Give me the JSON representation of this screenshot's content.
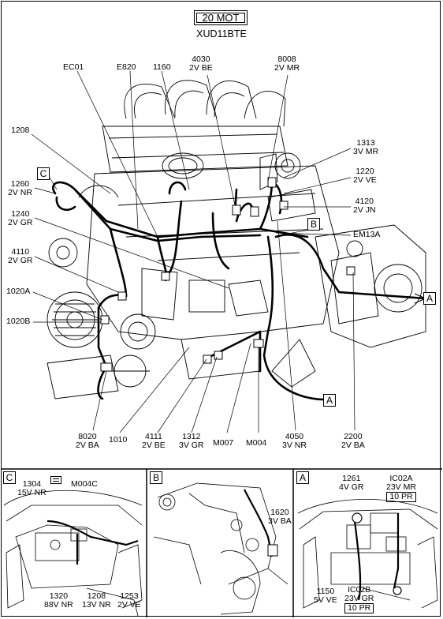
{
  "header": {
    "title": "20 MOT",
    "subtitle": "XUD11BTE"
  },
  "main_labels": {
    "ec01": "EC01",
    "e820": "E820",
    "c1160": "1160",
    "c4030": [
      "4030",
      "2V BE"
    ],
    "c8008": [
      "8008",
      "2V MR"
    ],
    "c1208": "1208",
    "c1313": [
      "1313",
      "3V MR"
    ],
    "c1220": [
      "1220",
      "2V VE"
    ],
    "c4120": [
      "4120",
      "2V JN"
    ],
    "c1260": [
      "1260",
      "2V NR"
    ],
    "c1240": [
      "1240",
      "2V GR"
    ],
    "em13a": "EM13A",
    "c4110": [
      "4110",
      "2V GR"
    ],
    "c1020a": "1020A",
    "c1020b": "1020B",
    "c8020": [
      "8020",
      "2V BA"
    ],
    "c1010": "1010",
    "c4111": [
      "4111",
      "2V BE"
    ],
    "c1312": [
      "1312",
      "3V GR"
    ],
    "m007": "M007",
    "m004": "M004",
    "c4050": [
      "4050",
      "3V NR"
    ],
    "c2200": [
      "2200",
      "2V BA"
    ]
  },
  "callouts": {
    "c": "C",
    "b": "B",
    "a": "A"
  },
  "panel_c": {
    "tag": "C",
    "c1304": [
      "1304",
      "15V NR"
    ],
    "m004c": "M004C",
    "c1320": [
      "1320",
      "88V NR"
    ],
    "c1208": [
      "1208",
      "13V NR"
    ],
    "c1253": [
      "1253",
      "2V VE"
    ]
  },
  "panel_b": {
    "tag": "B",
    "c1620": [
      "1620",
      "3V BA"
    ]
  },
  "panel_a": {
    "tag": "A",
    "c1261": [
      "1261",
      "4V GR"
    ],
    "ic02a": [
      "IC02A",
      "23V MR",
      "10 PR"
    ],
    "c1150": [
      "1150",
      "5V VE"
    ],
    "ic02b": [
      "IC02B",
      "23V GR",
      "10 PR"
    ]
  }
}
